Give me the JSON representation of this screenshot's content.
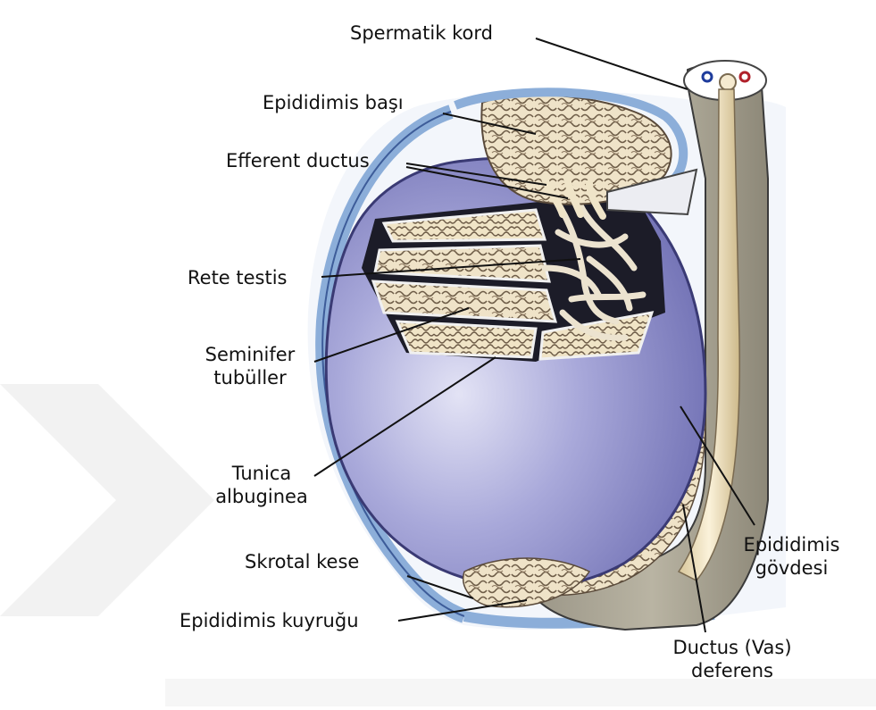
{
  "labels": {
    "spermatik_kord": "Spermatik kord",
    "epididimis_basi": "Epididimis başı",
    "efferent_ductus": "Efferent ductus",
    "rete_testis": "Rete testis",
    "seminifer_line1": "Seminifer",
    "seminifer_line2": "tubüller",
    "tunica_line1": "Tunica",
    "tunica_line2": "albuginea",
    "skrotal_kese": "Skrotal kese",
    "epididimis_kuyrugu": "Epididimis kuyruğu",
    "epididimis_govdesi_line1": "Epididimis",
    "epididimis_govdesi_line2": "gövdesi",
    "ductus_line1": "Ductus (Vas)",
    "ductus_line2": "deferens"
  },
  "colors": {
    "testis_fill": "#a8a8d8",
    "testis_shade": "#7c7cc0",
    "tunica_edge": "#3f4a86",
    "scrotum_blue": "#8aaedc",
    "tubule_cream": "#f3e9d3",
    "tubule_dark": "#6a5a48",
    "duct_fill": "#f1e3bd",
    "epididymis_bg": "#8a8474",
    "line": "#111111"
  }
}
